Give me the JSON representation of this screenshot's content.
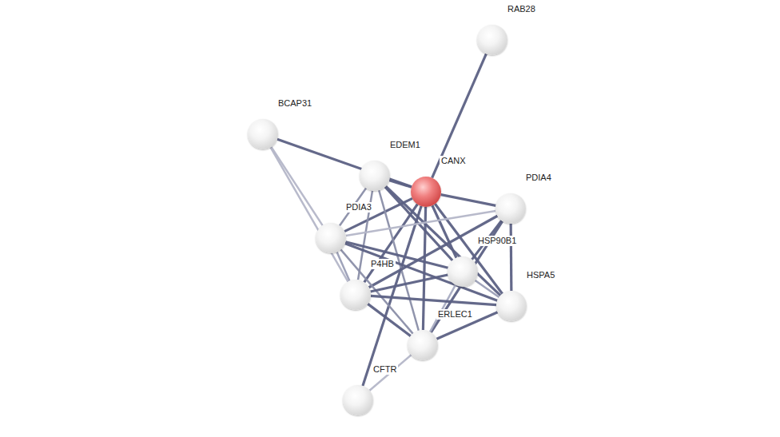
{
  "diagram": {
    "nodes": [
      {
        "text": [
          "RAB28"
        ]
      },
      {
        "text": [
          "BCAP31"
        ]
      },
      {
        "text": [
          "EDEM1"
        ]
      },
      {
        "text": [
          "CANX"
        ]
      },
      {
        "text": [
          "PDIA4"
        ]
      },
      {
        "text": [
          "PDIA3"
        ]
      },
      {
        "text": [
          "HSP90B1"
        ]
      },
      {
        "text": [
          "P4HB"
        ]
      },
      {
        "text": [
          "HSPA5"
        ]
      },
      {
        "text": [
          "ERLEC1"
        ]
      },
      {
        "text": [
          "CFTR"
        ]
      }
    ],
    "edges": [
      {
        "from": 3,
        "to": 0,
        "arrow": "none"
      },
      {
        "from": 1,
        "to": 3,
        "arrow": "none"
      },
      {
        "from": 1,
        "to": 5,
        "arrow": "none"
      },
      {
        "from": 1,
        "to": 7,
        "arrow": "none"
      },
      {
        "from": 3,
        "to": 2,
        "arrow": "none"
      },
      {
        "from": 3,
        "to": 4,
        "arrow": "none"
      },
      {
        "from": 3,
        "to": 5,
        "arrow": "none"
      },
      {
        "from": 3,
        "to": 6,
        "arrow": "none"
      },
      {
        "from": 3,
        "to": 7,
        "arrow": "none"
      },
      {
        "from": 3,
        "to": 8,
        "arrow": "none"
      },
      {
        "from": 3,
        "to": 9,
        "arrow": "none"
      },
      {
        "from": 3,
        "to": 10,
        "arrow": "none"
      },
      {
        "from": 2,
        "to": 5,
        "arrow": "none"
      },
      {
        "from": 2,
        "to": 7,
        "arrow": "none"
      },
      {
        "from": 2,
        "to": 6,
        "arrow": "none"
      },
      {
        "from": 2,
        "to": 8,
        "arrow": "none"
      },
      {
        "from": 2,
        "to": 9,
        "arrow": "none"
      },
      {
        "from": 4,
        "to": 5,
        "arrow": "none"
      },
      {
        "from": 4,
        "to": 7,
        "arrow": "none"
      },
      {
        "from": 4,
        "to": 6,
        "arrow": "none"
      },
      {
        "from": 4,
        "to": 8,
        "arrow": "none"
      },
      {
        "from": 4,
        "to": 9,
        "arrow": "none"
      },
      {
        "from": 5,
        "to": 6,
        "arrow": "none"
      },
      {
        "from": 5,
        "to": 8,
        "arrow": "none"
      },
      {
        "from": 5,
        "to": 7,
        "arrow": "none"
      },
      {
        "from": 5,
        "to": 9,
        "arrow": "none"
      },
      {
        "from": 6,
        "to": 7,
        "arrow": "none"
      },
      {
        "from": 6,
        "to": 8,
        "arrow": "none"
      },
      {
        "from": 6,
        "to": 9,
        "arrow": "none"
      },
      {
        "from": 7,
        "to": 8,
        "arrow": "none"
      },
      {
        "from": 7,
        "to": 9,
        "arrow": "none"
      },
      {
        "from": 8,
        "to": 9,
        "arrow": "none"
      },
      {
        "from": 9,
        "to": 10,
        "arrow": "none"
      }
    ]
  }
}
